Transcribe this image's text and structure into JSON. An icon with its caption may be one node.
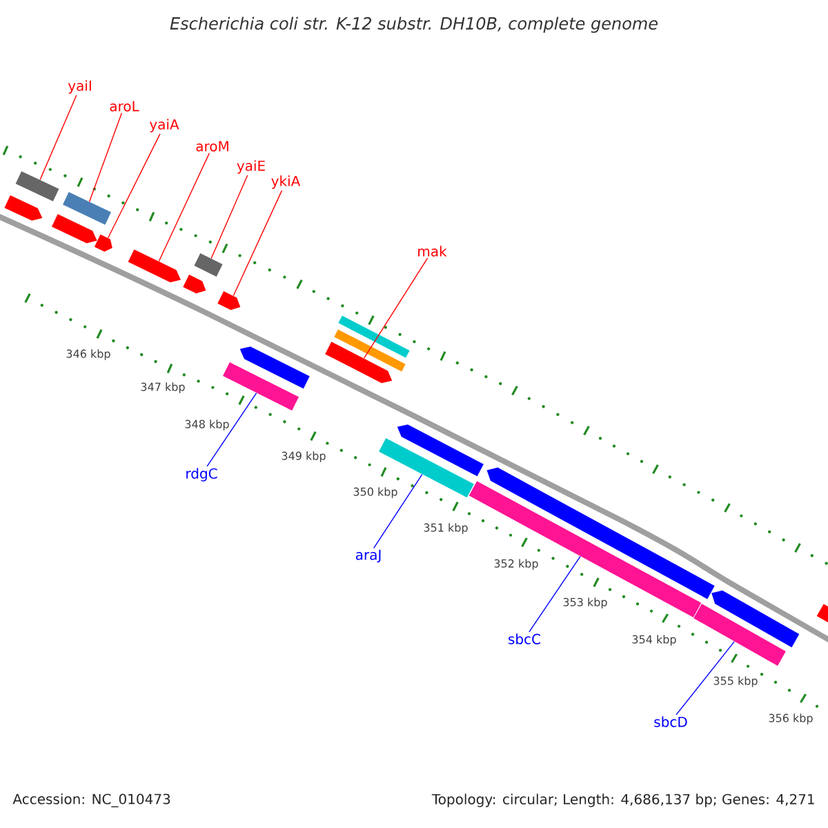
{
  "diagram": {
    "title": "Escherichia coli str. K-12 substr. DH10B, complete genome",
    "nodes": [
      {
        "text": [
          "yaiI"
        ]
      },
      {
        "text": [
          "aroL"
        ]
      },
      {
        "text": [
          "yaiA"
        ]
      },
      {
        "text": [
          "aroM"
        ]
      },
      {
        "text": [
          "yaiE"
        ]
      },
      {
        "text": [
          "ykiA"
        ]
      },
      {
        "text": [
          "mak"
        ]
      },
      {
        "text": [
          "rdgC"
        ]
      },
      {
        "text": [
          "araJ"
        ]
      },
      {
        "text": [
          "sbcC"
        ]
      },
      {
        "text": [
          "sbcD"
        ]
      },
      {
        "text": [],
        "shape": "pentagon"
      },
      {
        "text": [],
        "shape": "box"
      },
      {
        "text": [],
        "shape": "pentagon"
      },
      {
        "text": [],
        "shape": "box"
      },
      {
        "text": [],
        "shape": "pentagon"
      },
      {
        "text": [],
        "shape": "pentagon"
      },
      {
        "text": [],
        "shape": "pentagon"
      },
      {
        "text": [],
        "shape": "box"
      },
      {
        "text": [],
        "shape": "pentagon"
      },
      {
        "text": [],
        "shape": "box"
      },
      {
        "text": [],
        "shape": "pentagon"
      },
      {
        "text": [],
        "shape": "pentagon"
      },
      {
        "text": [],
        "shape": "box"
      },
      {
        "text": [],
        "shape": "box"
      },
      {
        "text": [],
        "shape": "box"
      },
      {
        "text": [],
        "shape": "pentagon"
      },
      {
        "text": [],
        "shape": "box"
      },
      {
        "text": [],
        "shape": "pentagon"
      },
      {
        "text": [],
        "shape": "box"
      },
      {
        "text": [],
        "shape": "pentagon"
      },
      {
        "text": [],
        "shape": "pentagon"
      }
    ],
    "edges": [
      {
        "from": 0,
        "to": 12,
        "arrow": "none"
      },
      {
        "from": 1,
        "to": 14,
        "arrow": "none"
      },
      {
        "from": 2,
        "to": 15,
        "arrow": "none"
      },
      {
        "from": 3,
        "to": 16,
        "arrow": "none"
      },
      {
        "from": 4,
        "to": 18,
        "arrow": "none"
      },
      {
        "from": 5,
        "to": 19,
        "arrow": "none"
      },
      {
        "from": 6,
        "to": 22,
        "arrow": "none"
      },
      {
        "from": 7,
        "to": 20,
        "arrow": "none",
        "color": "#0000ff"
      },
      {
        "from": 8,
        "to": 25,
        "arrow": "none",
        "color": "#0000ff"
      },
      {
        "from": 9,
        "to": 27,
        "arrow": "none",
        "color": "#0000ff"
      },
      {
        "from": 10,
        "to": 29,
        "arrow": "none",
        "color": "#0000ff"
      }
    ],
    "labels": [
      "346 kbp",
      "347 kbp",
      "348 kbp",
      "349 kbp",
      "350 kbp",
      "351 kbp",
      "352 kbp",
      "353 kbp",
      "354 kbp",
      "355 kbp",
      "356 kbp",
      "Accession: NC_010473",
      "Topology: circular; Length: 4,686,137 bp; Genes: 4,271"
    ]
  }
}
